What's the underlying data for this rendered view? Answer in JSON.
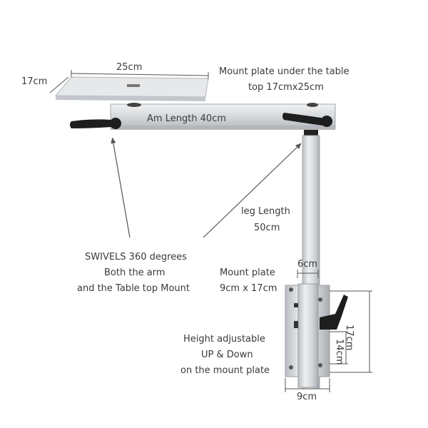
{
  "dims": {
    "plate_width": "25cm",
    "plate_depth": "17cm",
    "arm_length": "Am Length 40cm",
    "mount_top_width": "6cm",
    "mount_height_total": "17cm",
    "mount_height_inner": "14cm",
    "mount_bottom_width": "9cm"
  },
  "callouts": {
    "mount_plate_table_line1": "Mount plate under the table",
    "mount_plate_table_line2": "top 17cmx25cm",
    "leg_line1": "leg Length",
    "leg_line2": "50cm",
    "swivel_line1": "SWIVELS 360 degrees",
    "swivel_line2": "Both the arm",
    "swivel_line3": "and the Table top Mount",
    "mount_plate_line1": "Mount plate",
    "mount_plate_line2": "9cm x 17cm",
    "height_line1": "Height adjustable",
    "height_line2": "UP & Down",
    "height_line3": "on the mount plate"
  },
  "colors": {
    "aluminum": "#d9dcdf",
    "aluminum_dark": "#a9adb1",
    "knob": "#1e1e1e",
    "annotation_line": "#555555"
  }
}
